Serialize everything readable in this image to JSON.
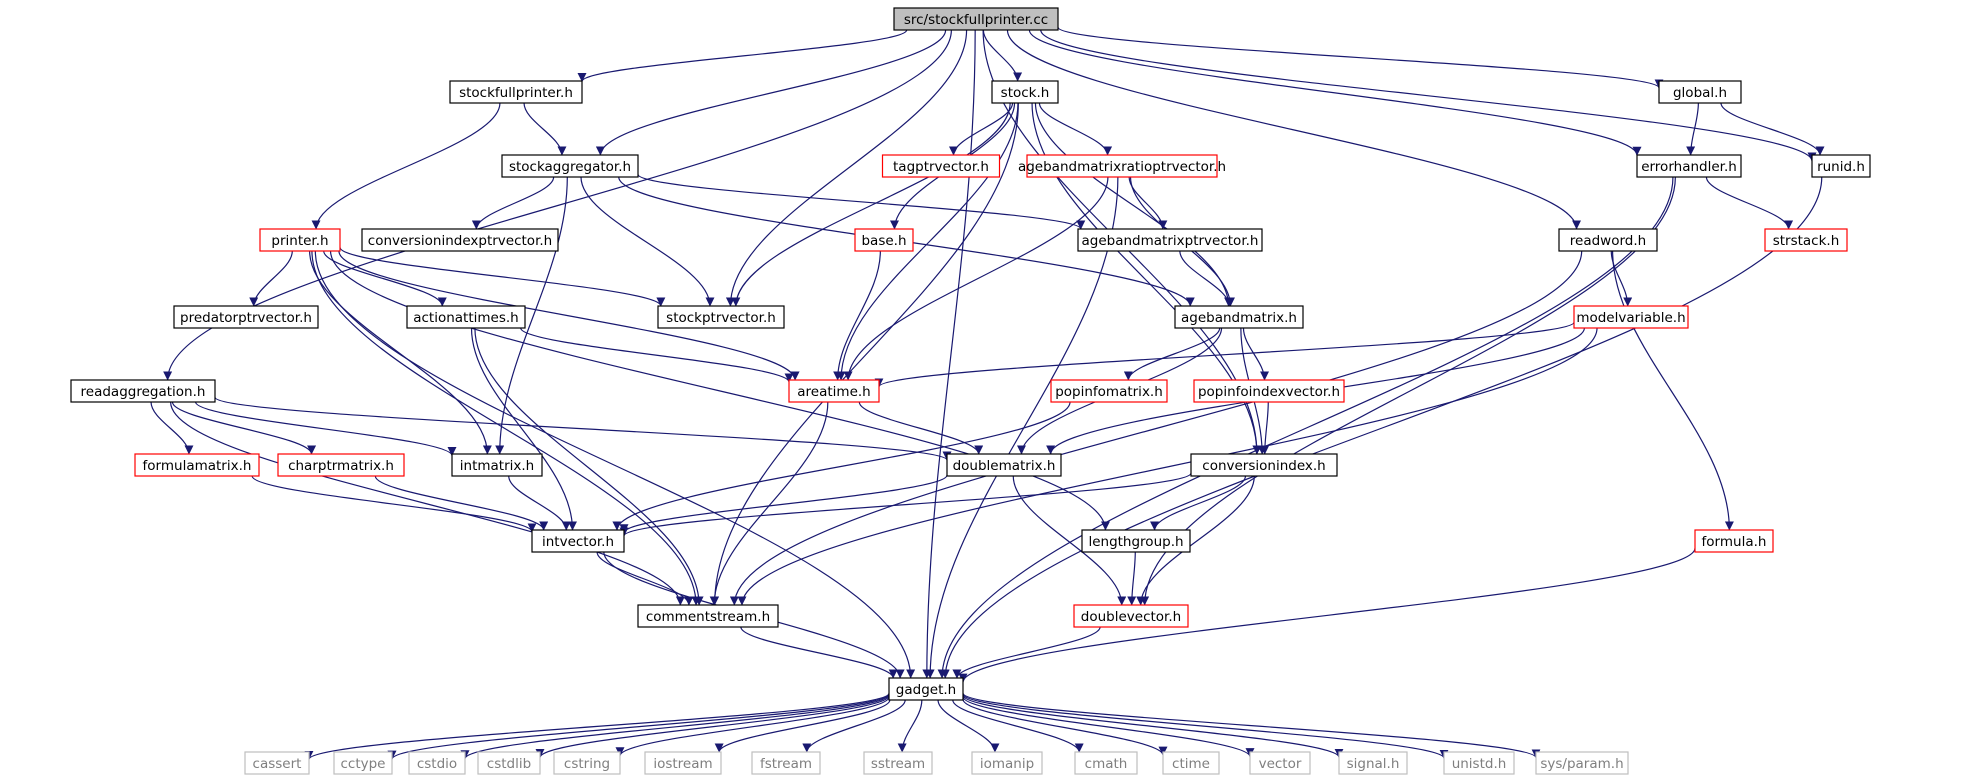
{
  "graph": {
    "nodes": [
      {
        "id": "stockfullprinter_cc",
        "label": "src/stockfullprinter.cc",
        "style": "root"
      },
      {
        "id": "stockfullprinter_h",
        "label": "stockfullprinter.h",
        "style": "normal"
      },
      {
        "id": "stock_h",
        "label": "stock.h",
        "style": "normal"
      },
      {
        "id": "global_h",
        "label": "global.h",
        "style": "normal"
      },
      {
        "id": "stockaggregator_h",
        "label": "stockaggregator.h",
        "style": "normal"
      },
      {
        "id": "tagptrvector_h",
        "label": "tagptrvector.h",
        "style": "red"
      },
      {
        "id": "agebandmatrixratioptrvector_h",
        "label": "agebandmatrixratioptrvector.h",
        "style": "red"
      },
      {
        "id": "errorhandler_h",
        "label": "errorhandler.h",
        "style": "normal"
      },
      {
        "id": "runid_h",
        "label": "runid.h",
        "style": "normal"
      },
      {
        "id": "strstack_h",
        "label": "strstack.h",
        "style": "red"
      },
      {
        "id": "printer_h",
        "label": "printer.h",
        "style": "red"
      },
      {
        "id": "conversionindexptrvector_h",
        "label": "conversionindexptrvector.h",
        "style": "normal"
      },
      {
        "id": "base_h",
        "label": "base.h",
        "style": "red"
      },
      {
        "id": "agebandmatrixptrvector_h",
        "label": "agebandmatrixptrvector.h",
        "style": "normal"
      },
      {
        "id": "readword_h",
        "label": "readword.h",
        "style": "normal"
      },
      {
        "id": "predatorptrvector_h",
        "label": "predatorptrvector.h",
        "style": "normal"
      },
      {
        "id": "actionattimes_h",
        "label": "actionattimes.h",
        "style": "normal"
      },
      {
        "id": "stockptrvector_h",
        "label": "stockptrvector.h",
        "style": "normal"
      },
      {
        "id": "agebandmatrix_h",
        "label": "agebandmatrix.h",
        "style": "normal"
      },
      {
        "id": "modelvariable_h",
        "label": "modelvariable.h",
        "style": "red"
      },
      {
        "id": "readaggregation_h",
        "label": "readaggregation.h",
        "style": "normal"
      },
      {
        "id": "areatime_h",
        "label": "areatime.h",
        "style": "red"
      },
      {
        "id": "popinfomatrix_h",
        "label": "popinfomatrix.h",
        "style": "red"
      },
      {
        "id": "popinfoindexvector_h",
        "label": "popinfoindexvector.h",
        "style": "red"
      },
      {
        "id": "formulamatrix_h",
        "label": "formulamatrix.h",
        "style": "red"
      },
      {
        "id": "charptrmatrix_h",
        "label": "charptrmatrix.h",
        "style": "red"
      },
      {
        "id": "intmatrix_h",
        "label": "intmatrix.h",
        "style": "normal"
      },
      {
        "id": "doublematrix_h",
        "label": "doublematrix.h",
        "style": "normal"
      },
      {
        "id": "conversionindex_h",
        "label": "conversionindex.h",
        "style": "normal"
      },
      {
        "id": "intvector_h",
        "label": "intvector.h",
        "style": "normal"
      },
      {
        "id": "lengthgroup_h",
        "label": "lengthgroup.h",
        "style": "normal"
      },
      {
        "id": "formula_h",
        "label": "formula.h",
        "style": "red"
      },
      {
        "id": "commentstream_h",
        "label": "commentstream.h",
        "style": "normal"
      },
      {
        "id": "doublevector_h",
        "label": "doublevector.h",
        "style": "red"
      },
      {
        "id": "gadget_h",
        "label": "gadget.h",
        "style": "normal"
      },
      {
        "id": "cassert",
        "label": "cassert",
        "style": "system"
      },
      {
        "id": "cctype",
        "label": "cctype",
        "style": "system"
      },
      {
        "id": "cstdio",
        "label": "cstdio",
        "style": "system"
      },
      {
        "id": "cstdlib",
        "label": "cstdlib",
        "style": "system"
      },
      {
        "id": "cstring",
        "label": "cstring",
        "style": "system"
      },
      {
        "id": "iostream",
        "label": "iostream",
        "style": "system"
      },
      {
        "id": "fstream",
        "label": "fstream",
        "style": "system"
      },
      {
        "id": "sstream",
        "label": "sstream",
        "style": "system"
      },
      {
        "id": "iomanip",
        "label": "iomanip",
        "style": "system"
      },
      {
        "id": "cmath",
        "label": "cmath",
        "style": "system"
      },
      {
        "id": "ctime",
        "label": "ctime",
        "style": "system"
      },
      {
        "id": "vector",
        "label": "vector",
        "style": "system"
      },
      {
        "id": "signal_h",
        "label": "signal.h",
        "style": "system"
      },
      {
        "id": "unistd_h",
        "label": "unistd.h",
        "style": "system"
      },
      {
        "id": "sys_param_h",
        "label": "sys/param.h",
        "style": "system"
      }
    ],
    "edges": [
      [
        "stockfullprinter_cc",
        "stockfullprinter_h"
      ],
      [
        "stockfullprinter_cc",
        "stock_h"
      ],
      [
        "stockfullprinter_cc",
        "global_h"
      ],
      [
        "stockfullprinter_cc",
        "stockaggregator_h"
      ],
      [
        "stockfullprinter_cc",
        "errorhandler_h"
      ],
      [
        "stockfullprinter_cc",
        "runid_h"
      ],
      [
        "stockfullprinter_cc",
        "readword_h"
      ],
      [
        "stockfullprinter_cc",
        "readaggregation_h"
      ],
      [
        "stockfullprinter_cc",
        "stockptrvector_h"
      ],
      [
        "stockfullprinter_cc",
        "conversionindex_h"
      ],
      [
        "stockfullprinter_cc",
        "gadget_h"
      ],
      [
        "stockfullprinter_h",
        "stockaggregator_h"
      ],
      [
        "stockfullprinter_h",
        "printer_h"
      ],
      [
        "stock_h",
        "tagptrvector_h"
      ],
      [
        "stock_h",
        "agebandmatrixratioptrvector_h"
      ],
      [
        "stock_h",
        "base_h"
      ],
      [
        "stock_h",
        "stockptrvector_h"
      ],
      [
        "stock_h",
        "agebandmatrix_h"
      ],
      [
        "stock_h",
        "areatime_h"
      ],
      [
        "stock_h",
        "conversionindex_h"
      ],
      [
        "stock_h",
        "commentstream_h"
      ],
      [
        "global_h",
        "errorhandler_h"
      ],
      [
        "global_h",
        "runid_h"
      ],
      [
        "stockaggregator_h",
        "conversionindexptrvector_h"
      ],
      [
        "stockaggregator_h",
        "agebandmatrixptrvector_h"
      ],
      [
        "stockaggregator_h",
        "stockptrvector_h"
      ],
      [
        "stockaggregator_h",
        "agebandmatrix_h"
      ],
      [
        "stockaggregator_h",
        "intmatrix_h"
      ],
      [
        "agebandmatrixratioptrvector_h",
        "agebandmatrixptrvector_h"
      ],
      [
        "agebandmatrixratioptrvector_h",
        "agebandmatrix_h"
      ],
      [
        "agebandmatrixratioptrvector_h",
        "areatime_h"
      ],
      [
        "agebandmatrixratioptrvector_h",
        "gadget_h"
      ],
      [
        "errorhandler_h",
        "strstack_h"
      ],
      [
        "errorhandler_h",
        "doublevector_h"
      ],
      [
        "errorhandler_h",
        "gadget_h"
      ],
      [
        "runid_h",
        "gadget_h"
      ],
      [
        "printer_h",
        "predatorptrvector_h"
      ],
      [
        "printer_h",
        "actionattimes_h"
      ],
      [
        "printer_h",
        "stockptrvector_h"
      ],
      [
        "printer_h",
        "areatime_h"
      ],
      [
        "printer_h",
        "intmatrix_h"
      ],
      [
        "printer_h",
        "lengthgroup_h"
      ],
      [
        "printer_h",
        "commentstream_h"
      ],
      [
        "printer_h",
        "gadget_h"
      ],
      [
        "base_h",
        "areatime_h"
      ],
      [
        "agebandmatrixptrvector_h",
        "agebandmatrix_h"
      ],
      [
        "readword_h",
        "modelvariable_h"
      ],
      [
        "readword_h",
        "formula_h"
      ],
      [
        "readword_h",
        "commentstream_h"
      ],
      [
        "actionattimes_h",
        "areatime_h"
      ],
      [
        "actionattimes_h",
        "intvector_h"
      ],
      [
        "actionattimes_h",
        "commentstream_h"
      ],
      [
        "agebandmatrix_h",
        "popinfomatrix_h"
      ],
      [
        "agebandmatrix_h",
        "popinfoindexvector_h"
      ],
      [
        "agebandmatrix_h",
        "doublematrix_h"
      ],
      [
        "agebandmatrix_h",
        "conversionindex_h"
      ],
      [
        "modelvariable_h",
        "areatime_h"
      ],
      [
        "modelvariable_h",
        "doublematrix_h"
      ],
      [
        "modelvariable_h",
        "commentstream_h"
      ],
      [
        "readaggregation_h",
        "formulamatrix_h"
      ],
      [
        "readaggregation_h",
        "charptrmatrix_h"
      ],
      [
        "readaggregation_h",
        "intmatrix_h"
      ],
      [
        "readaggregation_h",
        "doublematrix_h"
      ],
      [
        "readaggregation_h",
        "commentstream_h"
      ],
      [
        "areatime_h",
        "doublematrix_h"
      ],
      [
        "areatime_h",
        "commentstream_h"
      ],
      [
        "popinfomatrix_h",
        "intvector_h"
      ],
      [
        "popinfoindexvector_h",
        "conversionindex_h"
      ],
      [
        "formulamatrix_h",
        "intvector_h"
      ],
      [
        "charptrmatrix_h",
        "intvector_h"
      ],
      [
        "intmatrix_h",
        "intvector_h"
      ],
      [
        "doublematrix_h",
        "intvector_h"
      ],
      [
        "doublematrix_h",
        "doublevector_h"
      ],
      [
        "conversionindex_h",
        "intvector_h"
      ],
      [
        "conversionindex_h",
        "lengthgroup_h"
      ],
      [
        "conversionindex_h",
        "doublevector_h"
      ],
      [
        "intvector_h",
        "commentstream_h"
      ],
      [
        "intvector_h",
        "gadget_h"
      ],
      [
        "lengthgroup_h",
        "doublevector_h"
      ],
      [
        "formula_h",
        "gadget_h"
      ],
      [
        "commentstream_h",
        "gadget_h"
      ],
      [
        "doublevector_h",
        "gadget_h"
      ],
      [
        "gadget_h",
        "cassert"
      ],
      [
        "gadget_h",
        "cctype"
      ],
      [
        "gadget_h",
        "cstdio"
      ],
      [
        "gadget_h",
        "cstdlib"
      ],
      [
        "gadget_h",
        "cstring"
      ],
      [
        "gadget_h",
        "iostream"
      ],
      [
        "gadget_h",
        "fstream"
      ],
      [
        "gadget_h",
        "sstream"
      ],
      [
        "gadget_h",
        "iomanip"
      ],
      [
        "gadget_h",
        "cmath"
      ],
      [
        "gadget_h",
        "ctime"
      ],
      [
        "gadget_h",
        "vector"
      ],
      [
        "gadget_h",
        "signal_h"
      ],
      [
        "gadget_h",
        "unistd_h"
      ],
      [
        "gadget_h",
        "sys_param_h"
      ]
    ],
    "colors": {
      "edge": "#191970",
      "box_border": "#000000",
      "red_border": "#ff0000",
      "system_border": "#bfbfbf",
      "system_text": "#7f7f7f",
      "root_fill": "#bfbfbf"
    }
  }
}
